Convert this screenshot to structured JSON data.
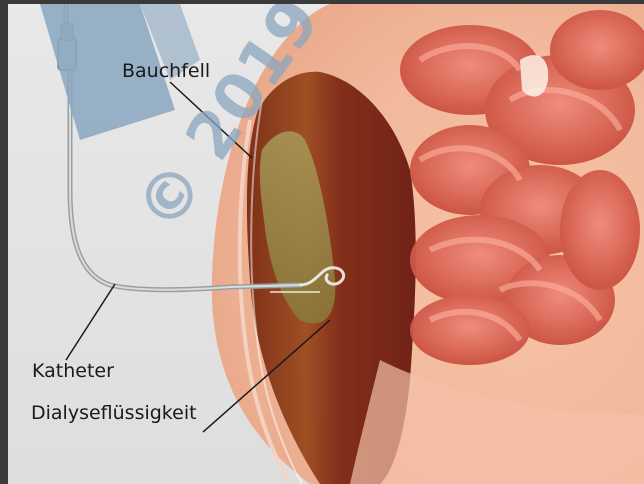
{
  "figure": {
    "labels": {
      "peritoneum": "Bauchfell",
      "catheter": "Katheter",
      "dialysate": "Dialyseflüssigkeit"
    },
    "watermark": {
      "text": "© 2019",
      "color": "#8aa6bf"
    }
  }
}
